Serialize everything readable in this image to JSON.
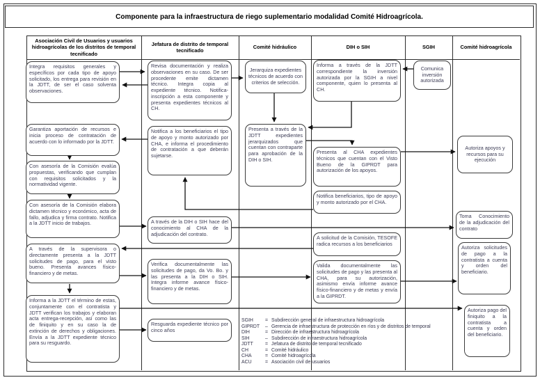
{
  "title": "Componente para la infraestructura de riego suplementario modalidad Comité Hidroagrícola.",
  "lanes": [
    {
      "header": "Asociación Civil de Usuarios y usuarios hidroagrícolas de los distritos de temporal tecnificado",
      "boxes": [
        "Integra requisitos generales y específicos por cada tipo de apoyo solicitado, los entrega para revisión en la JDTT, de ser el caso solventa observaciones.",
        "Garantiza aportación de recursos e inicia proceso de contratación de acuerdo con lo informado por la JDTT.",
        "Con asesoría de la Comisión evalúa propuestas, verificando que cumplan con requisitos solicitados y la normatividad vigente.",
        "Con asesoría de la Comisión elabora dictamen técnico y económico, acta de fallo, adjudica y firma contrato. Notifica a la JDTT inicio de trabajos.",
        "A través de la supervisora o directamente presenta a la JDTT solicitudes de pago, para el visto bueno. Presenta avances físico-financiero y de metas.",
        "Informa a la JDTT el término de estas, conjuntamente con el contratista y JDTT verifican los trabajos y elaboran acta entrega-recepción, así como las de finiquito y en su caso la de extinción de derechos y obligaciones. Envía a la JDTT expediente técnico para su resguardo."
      ]
    },
    {
      "header": "Jefatura de distrito de temporal tecnificado",
      "boxes": [
        "Revisa documentación y realiza observaciones en su caso. De ser procedente emite dictamen técnico. Integra copia al expediente técnico. Notifica-inscripción a esta componente y presenta expedientes técnicos al CH.",
        "Notifica a los beneficiarios el tipo de apoyo y monto autorizado por CHA, e informa el procedimiento de contratación a que deberán sujetarse.",
        "A través de la DIH o SIH hace del conocimiento al CHA de la adjudicación del contrato.",
        "Verifica documentalmente las solicitudes de pago, da Vo. Bo. y las presenta a la DIH o SIH. Integra informe avance físico-financiero y de metas.",
        "Resguarda expediente técnico por cinco años"
      ]
    },
    {
      "header": "Comité hidráulico",
      "boxes": [
        "Jerarquiza expedientes técnicos de acuerdo con criterios de selección.",
        "Presenta a través de la JDTT expedientes jerarquizados que cuentan con contraparte para aprobación de la DIH o SIH."
      ]
    },
    {
      "header": "DIH o SIH",
      "boxes": [
        "Informa a través de la JDTT correspondiente la inversión autorizada por la SGIH a nivel componente, quien lo presenta al CH.",
        "Presenta al CHA expedientes técnicos que cuentan con el Visto Bueno de la GIPRDT para autorización de los apoyos.",
        "Notifica beneficiarios, tipo de apoyo y monto autorizado por el CHA.",
        "A solicitud de la Comisión, TESOFE radica recursos a los beneficiarios",
        "Valida documentalmente las solicitudes de pago y las presenta al CHA, para su autorización, asimismo envía informe avance físico-financiero y de metas y envía a la GIPRDT."
      ]
    },
    {
      "header": "SGIH",
      "boxes": [
        "Comunica inversión autorizada"
      ]
    },
    {
      "header": "Comité hidroagrícola",
      "boxes": [
        "Autoriza apoyos y recursos para su ejecución",
        "Toma Conocimiento de la adjudicación del contrato",
        "Autoriza solicitudes de pago a la contratista a cuenta y orden del beneficiario.",
        "Autoriza pago del finiquito a la contratista a cuenta y orden del beneficiario."
      ]
    }
  ],
  "legend": [
    {
      "abbr": "SGIH",
      "sep": "=",
      "text": "Subdirección general de infraestructura hidroagrícola"
    },
    {
      "abbr": "GIPRDT",
      "sep": "–",
      "text": "Gerencia de infraestructura de protección en ríos y de distritos de temporal"
    },
    {
      "abbr": "DIH",
      "sep": "=",
      "text": "Dirección de infraestructura hidroagrícola"
    },
    {
      "abbr": "SIH",
      "sep": "–",
      "text": "Subdirección de infraestructura hidroagrícola"
    },
    {
      "abbr": "JDTT",
      "sep": "=",
      "text": "Jefatura de distrito de temporal tecnificado"
    },
    {
      "abbr": "CH",
      "sep": "=",
      "text": "Comité hidráulico"
    },
    {
      "abbr": "CHA",
      "sep": "=",
      "text": "Comité hidroagrícola"
    },
    {
      "abbr": "ACU",
      "sep": "=",
      "text": "Asociación civil de usuarios"
    }
  ],
  "colors": {
    "line": "#111111",
    "box_text": "#3d3d56",
    "border": "#2b2b2b"
  }
}
